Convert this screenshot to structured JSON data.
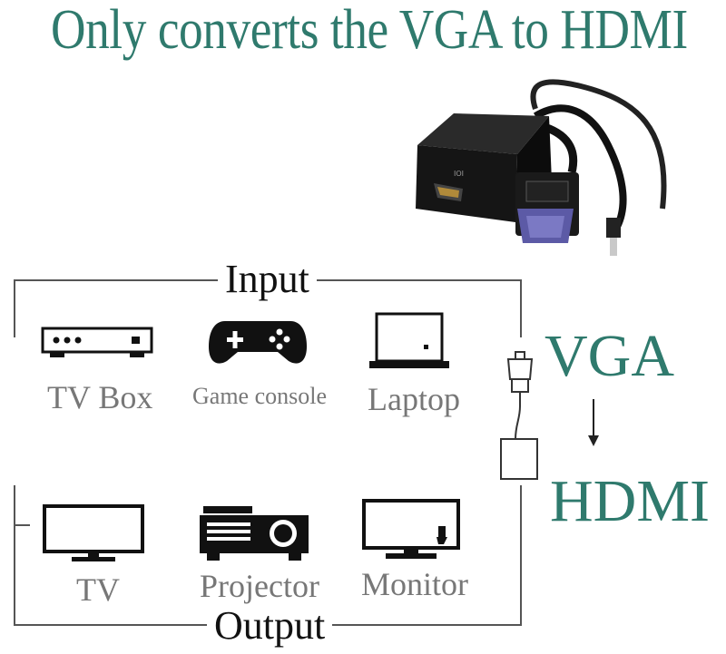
{
  "headline": "Only converts the VGA to HDMI",
  "input": {
    "title": "Input",
    "devices": [
      {
        "label": "TV Box",
        "icon": "tv-box-icon"
      },
      {
        "label": "Game console",
        "icon": "gamepad-icon"
      },
      {
        "label": "Laptop",
        "icon": "laptop-icon"
      }
    ]
  },
  "output": {
    "title": "Output",
    "devices": [
      {
        "label": "TV",
        "icon": "tv-icon"
      },
      {
        "label": "Projector",
        "icon": "projector-icon"
      },
      {
        "label": "Monitor",
        "icon": "monitor-icon"
      }
    ]
  },
  "conversion": {
    "from": "VGA",
    "to": "HDMI"
  },
  "colors": {
    "accent": "#2f7a6d",
    "label_gray": "#777777",
    "icon": "#111111"
  }
}
